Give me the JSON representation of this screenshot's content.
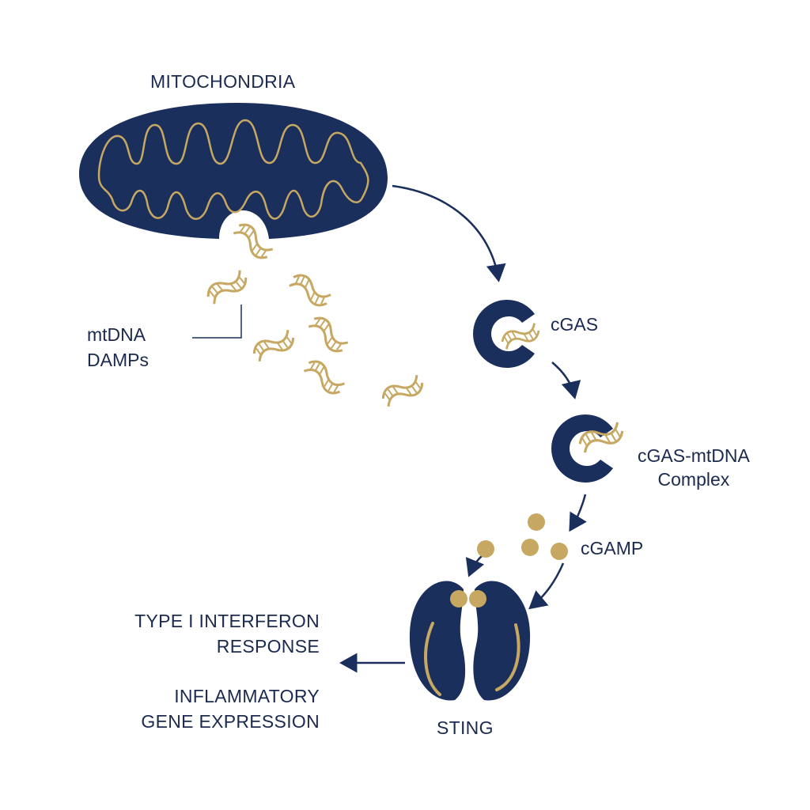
{
  "title": "MITOCHONDRIA",
  "labels": {
    "mtdna_line1": "mtDNA",
    "mtdna_line2": "DAMPs",
    "cgas": "cGAS",
    "complex_line1": "cGAS-mtDNA",
    "complex_line2": "Complex",
    "cgamp": "cGAMP",
    "sting": "STING",
    "ifn_line1": "TYPE I INTERFERON",
    "ifn_line2": "RESPONSE",
    "infl_line1": "INFLAMMATORY",
    "infl_line2": "GENE EXPRESSION"
  },
  "colors": {
    "navy": "#1b2f5c",
    "gold": "#c6a862",
    "background": "#ffffff"
  },
  "icons": [
    "mitochondrion-icon",
    "dna-helix-icon",
    "cgas-protein-icon",
    "cgamp-molecule-icon",
    "sting-dimer-icon",
    "arrow-icon"
  ]
}
